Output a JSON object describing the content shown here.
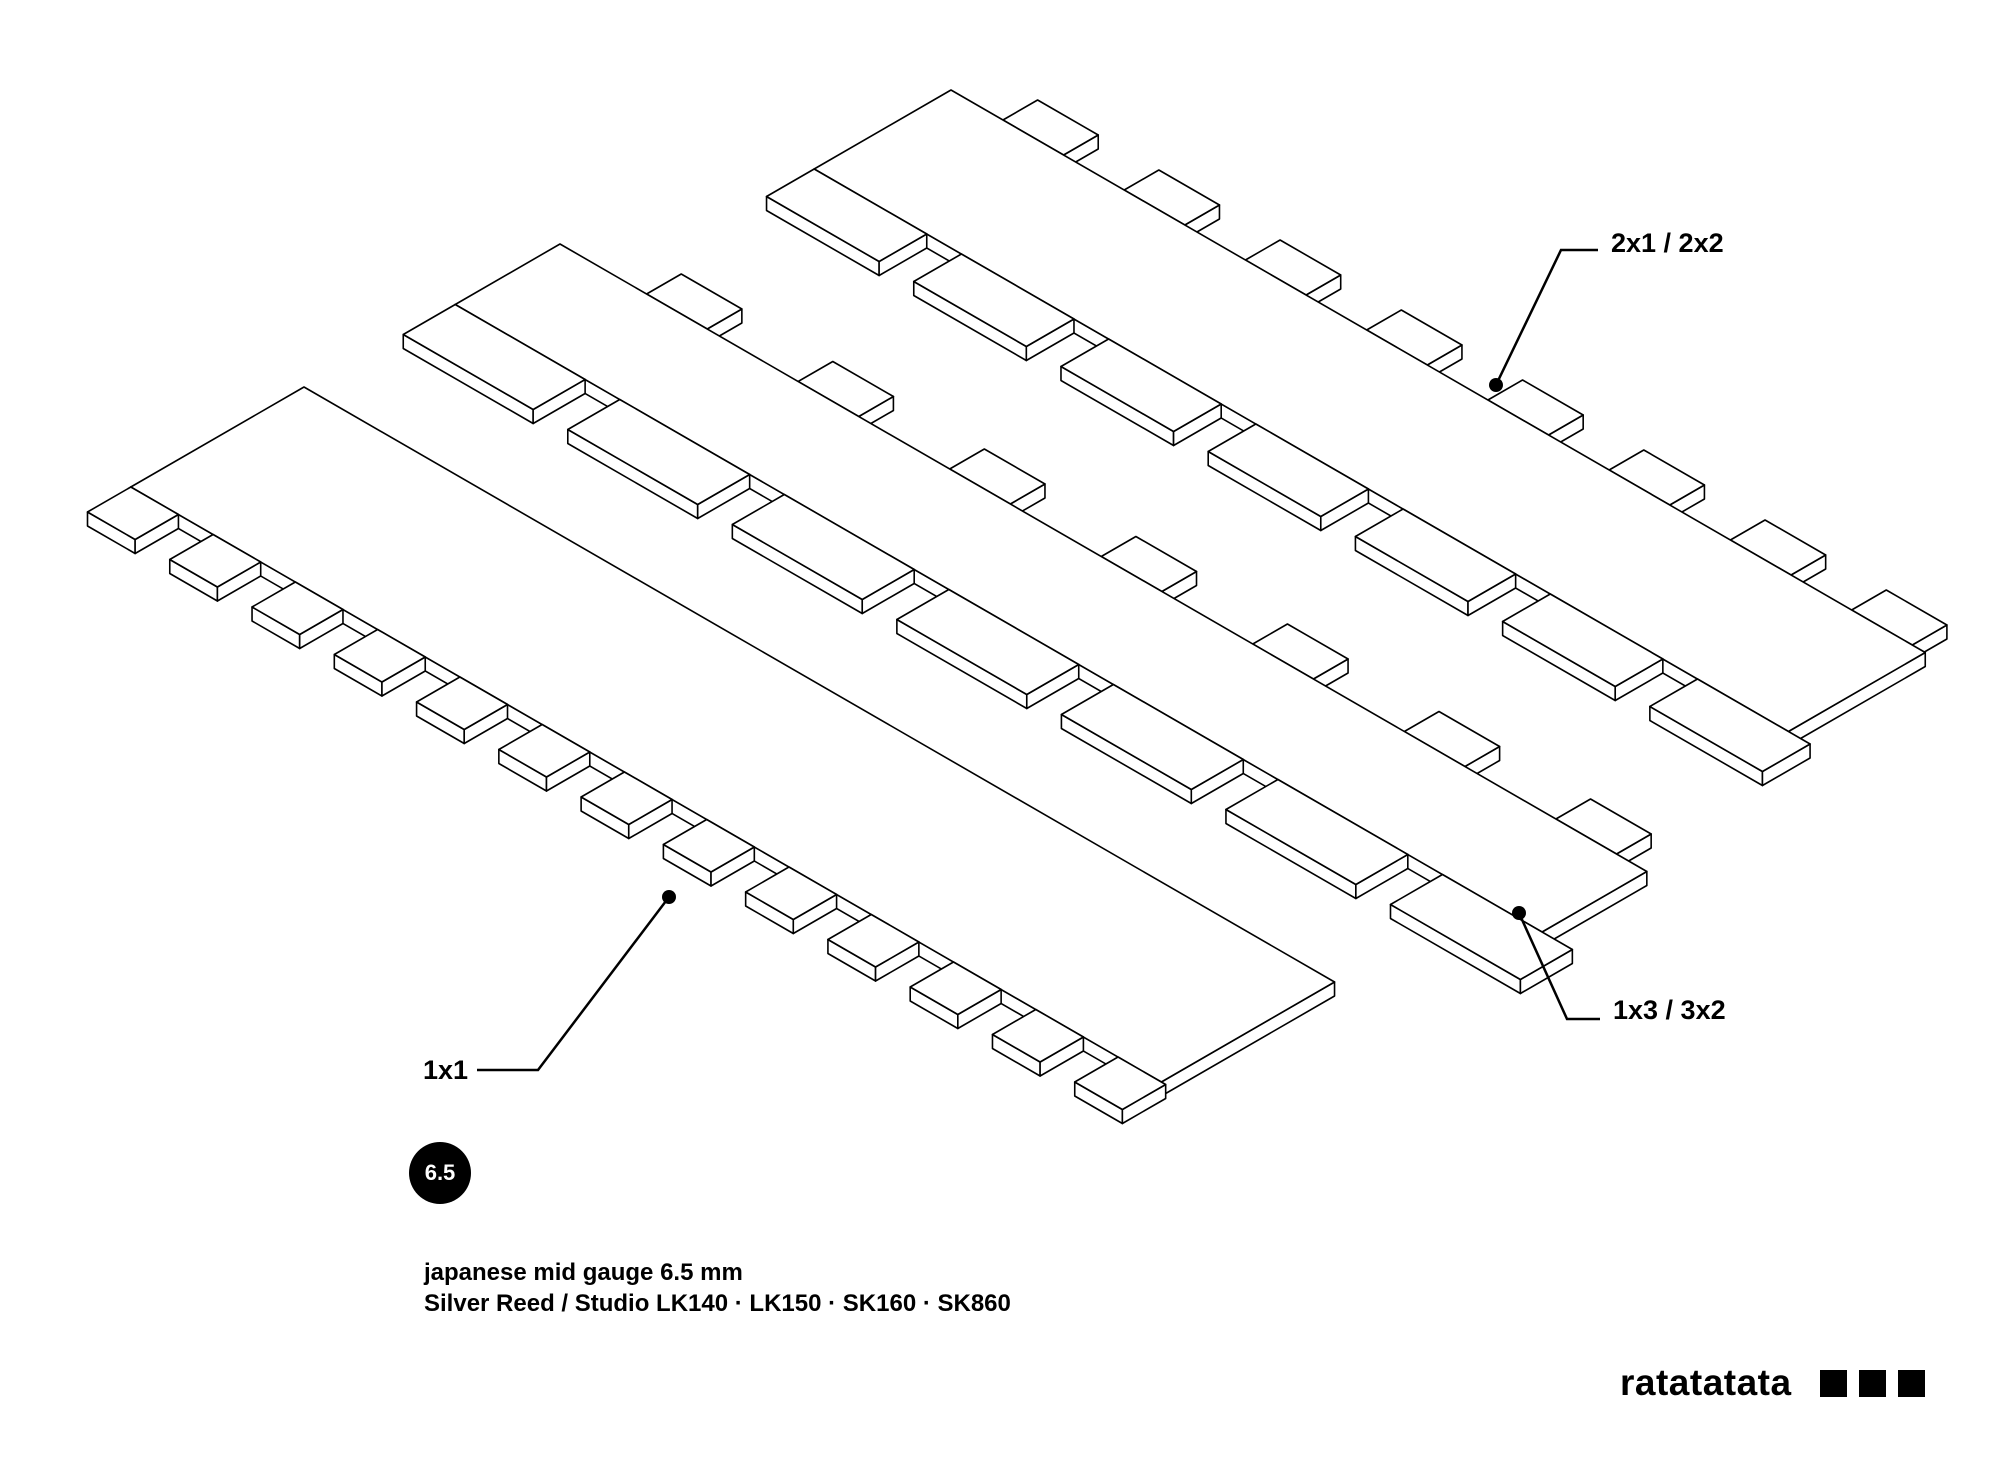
{
  "labels": {
    "comb_back": "2x1 / 2x2",
    "comb_middle": "1x3 / 3x2",
    "comb_front": "1x1"
  },
  "badge": "6.5",
  "caption": {
    "line1": "japanese mid gauge 6.5 mm",
    "line2": "Silver Reed / Studio LK140 · LK150 · SK160 · SK860"
  },
  "logo": {
    "text": "ratatatata",
    "squares": 3
  },
  "colors": {
    "ink": "#000000",
    "paper": "#ffffff"
  }
}
